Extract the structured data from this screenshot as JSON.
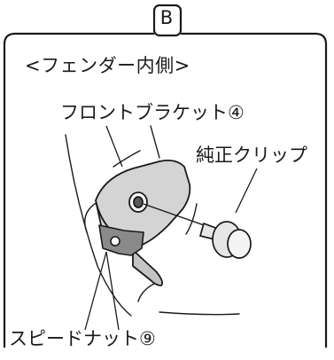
{
  "panel": {
    "badge": "B",
    "title": "<フェンダー内側>"
  },
  "labels": {
    "front_bracket": "フロントブラケット④",
    "genuine_clip": "純正クリップ",
    "speed_nut": "スピードナット⑨"
  },
  "colors": {
    "line": "#1a1a1a",
    "bracket_fill": "#d4d4d4",
    "nut_fill": "#8a8a8a",
    "clip_fill": "#e6e6e6"
  }
}
